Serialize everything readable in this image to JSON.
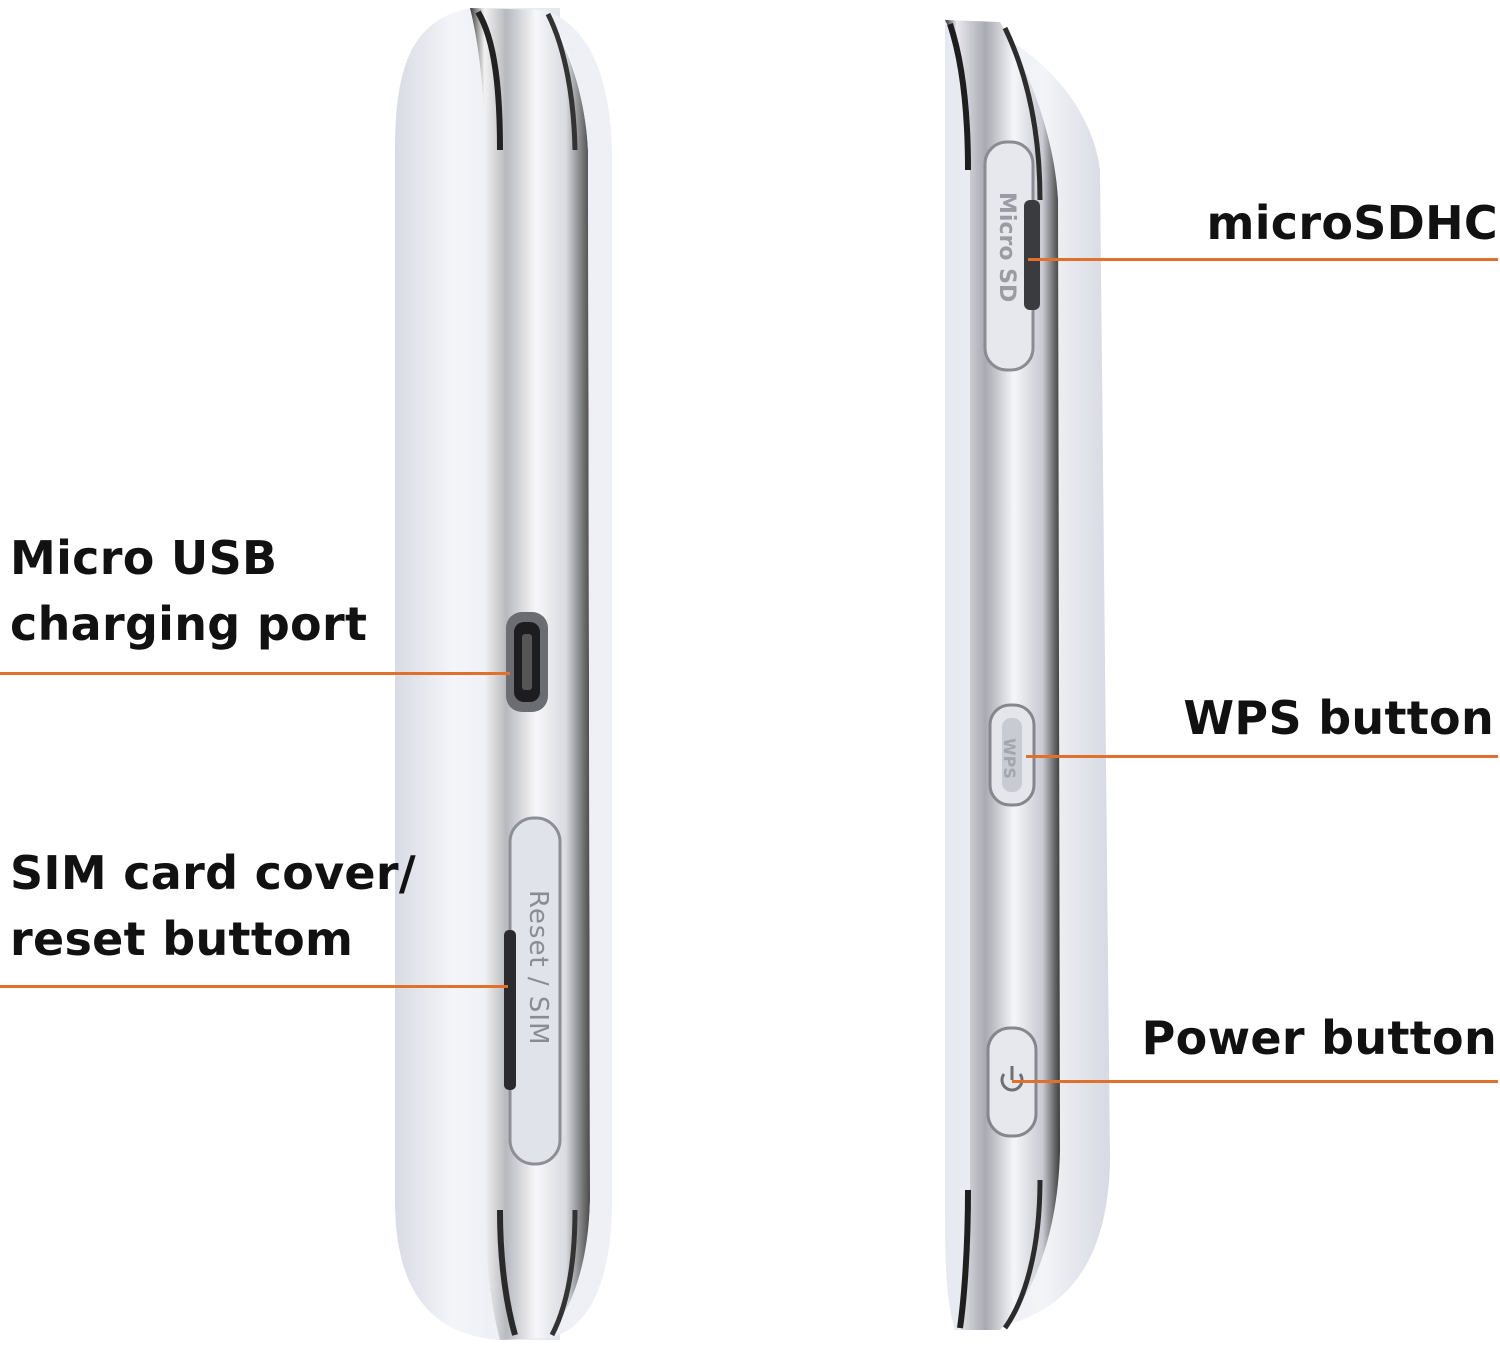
{
  "labels": {
    "micro_usb_line1": "Micro USB",
    "micro_usb_line2": "charging port",
    "sim_line1": "SIM card cover/",
    "sim_line2": "reset buttom",
    "microsdhc": "microSDHC",
    "wps": "WPS button",
    "power": "Power button"
  },
  "device_markings": {
    "reset_sim": "Reset / SIM",
    "micro_sd": "Micro SD",
    "wps_key": "WPS"
  },
  "colors": {
    "leader_line": "#e0702a",
    "device_body": "#e9ebf3",
    "chrome_band": "#c9ccd6"
  },
  "icons": {
    "power_button_symbol": "power-icon",
    "usb_port": "micro-usb-port-icon"
  }
}
